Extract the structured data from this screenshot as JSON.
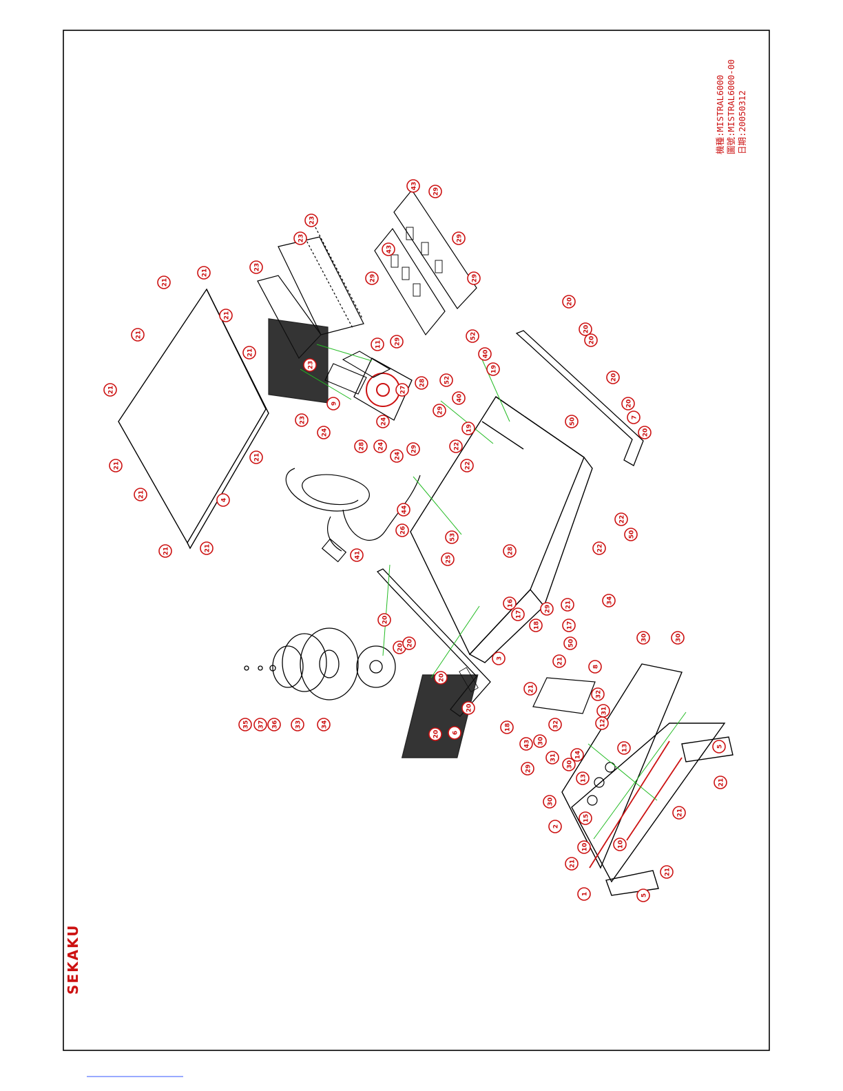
{
  "brand": {
    "logo_text": "SEKAKU"
  },
  "title_block": {
    "model_line": "機種:MISTRAL6000",
    "drawing_line": "圖號:MISTRAL6000-00",
    "date_line": "日期:20050312"
  },
  "colors": {
    "outline": "#000000",
    "callout": "#cc1111",
    "leader": "#22bb22",
    "accent_line": "#3355ff"
  },
  "callouts": [
    {
      "id": "c1",
      "label": "21"
    },
    {
      "id": "c2",
      "label": "21"
    },
    {
      "id": "c3",
      "label": "21"
    },
    {
      "id": "c4",
      "label": "21"
    },
    {
      "id": "c5",
      "label": "21"
    },
    {
      "id": "c6",
      "label": "21"
    },
    {
      "id": "c7",
      "label": "21"
    },
    {
      "id": "c8",
      "label": "21"
    },
    {
      "id": "c9",
      "label": "21"
    },
    {
      "id": "c10",
      "label": "21"
    },
    {
      "id": "c11",
      "label": "21"
    },
    {
      "id": "c12",
      "label": "4"
    },
    {
      "id": "c13",
      "label": "23"
    },
    {
      "id": "c14",
      "label": "23"
    },
    {
      "id": "c15",
      "label": "23"
    },
    {
      "id": "c16",
      "label": "23"
    },
    {
      "id": "c17",
      "label": "23"
    },
    {
      "id": "c18",
      "label": "9"
    },
    {
      "id": "c19",
      "label": "11"
    },
    {
      "id": "c20",
      "label": "43"
    },
    {
      "id": "c21",
      "label": "43"
    },
    {
      "id": "c22",
      "label": "29"
    },
    {
      "id": "c23",
      "label": "29"
    },
    {
      "id": "c24",
      "label": "29"
    },
    {
      "id": "c25",
      "label": "29"
    },
    {
      "id": "c26",
      "label": "29"
    },
    {
      "id": "c27",
      "label": "29"
    },
    {
      "id": "c28",
      "label": "28"
    },
    {
      "id": "c29",
      "label": "28"
    },
    {
      "id": "c30",
      "label": "24"
    },
    {
      "id": "c31",
      "label": "24"
    },
    {
      "id": "c32",
      "label": "24"
    },
    {
      "id": "c33",
      "label": "24"
    },
    {
      "id": "c34",
      "label": "29"
    },
    {
      "id": "c35",
      "label": "41"
    },
    {
      "id": "c36",
      "label": "44"
    },
    {
      "id": "c37",
      "label": "52"
    },
    {
      "id": "c38",
      "label": "40"
    },
    {
      "id": "c39",
      "label": "19"
    },
    {
      "id": "c40",
      "label": "52"
    },
    {
      "id": "c41",
      "label": "40"
    },
    {
      "id": "c42",
      "label": "19"
    },
    {
      "id": "c43",
      "label": "22"
    },
    {
      "id": "c44",
      "label": "22"
    },
    {
      "id": "c45",
      "label": "20"
    },
    {
      "id": "c46",
      "label": "20"
    },
    {
      "id": "c47",
      "label": "20"
    },
    {
      "id": "c48",
      "label": "20"
    },
    {
      "id": "c49",
      "label": "20"
    },
    {
      "id": "c50",
      "label": "7"
    },
    {
      "id": "c51",
      "label": "20"
    },
    {
      "id": "c52",
      "label": "50"
    },
    {
      "id": "c53",
      "label": "22"
    },
    {
      "id": "c54",
      "label": "22"
    },
    {
      "id": "c55",
      "label": "50"
    },
    {
      "id": "c56",
      "label": "26"
    },
    {
      "id": "c57",
      "label": "53"
    },
    {
      "id": "c58",
      "label": "25"
    },
    {
      "id": "c59",
      "label": "28"
    },
    {
      "id": "c60",
      "label": "3"
    },
    {
      "id": "c61",
      "label": "16"
    },
    {
      "id": "c62",
      "label": "17"
    },
    {
      "id": "c63",
      "label": "18"
    },
    {
      "id": "c64",
      "label": "29"
    },
    {
      "id": "c65",
      "label": "21"
    },
    {
      "id": "c66",
      "label": "17"
    },
    {
      "id": "c67",
      "label": "50"
    },
    {
      "id": "c68",
      "label": "34"
    },
    {
      "id": "c69",
      "label": "20"
    },
    {
      "id": "c70",
      "label": "20"
    },
    {
      "id": "c71",
      "label": "20"
    },
    {
      "id": "c72",
      "label": "20"
    },
    {
      "id": "c73",
      "label": "6"
    },
    {
      "id": "c74",
      "label": "20"
    },
    {
      "id": "c75",
      "label": "20"
    },
    {
      "id": "c76",
      "label": "35"
    },
    {
      "id": "c77",
      "label": "37"
    },
    {
      "id": "c78",
      "label": "36"
    },
    {
      "id": "c79",
      "label": "33"
    },
    {
      "id": "c80",
      "label": "34"
    },
    {
      "id": "c81",
      "label": "8"
    },
    {
      "id": "c82",
      "label": "21"
    },
    {
      "id": "c83",
      "label": "21"
    },
    {
      "id": "c84",
      "label": "32"
    },
    {
      "id": "c85",
      "label": "31"
    },
    {
      "id": "c86",
      "label": "12"
    },
    {
      "id": "c87",
      "label": "14"
    },
    {
      "id": "c88",
      "label": "30"
    },
    {
      "id": "c89",
      "label": "18"
    },
    {
      "id": "c90",
      "label": "43"
    },
    {
      "id": "c91",
      "label": "29"
    },
    {
      "id": "c92",
      "label": "30"
    },
    {
      "id": "c93",
      "label": "31"
    },
    {
      "id": "c94",
      "label": "32"
    },
    {
      "id": "c95",
      "label": "13"
    },
    {
      "id": "c96",
      "label": "13"
    },
    {
      "id": "c97",
      "label": "15"
    },
    {
      "id": "c98",
      "label": "30"
    },
    {
      "id": "c99",
      "label": "2"
    },
    {
      "id": "c100",
      "label": "10"
    },
    {
      "id": "c101",
      "label": "10"
    },
    {
      "id": "c102",
      "label": "21"
    },
    {
      "id": "c103",
      "label": "1"
    },
    {
      "id": "c104",
      "label": "21"
    },
    {
      "id": "c105",
      "label": "21"
    },
    {
      "id": "c106",
      "label": "21"
    },
    {
      "id": "c107",
      "label": "5"
    },
    {
      "id": "c108",
      "label": "5"
    },
    {
      "id": "c109",
      "label": "30"
    },
    {
      "id": "c110",
      "label": "30"
    },
    {
      "id": "c111",
      "label": "27"
    }
  ]
}
